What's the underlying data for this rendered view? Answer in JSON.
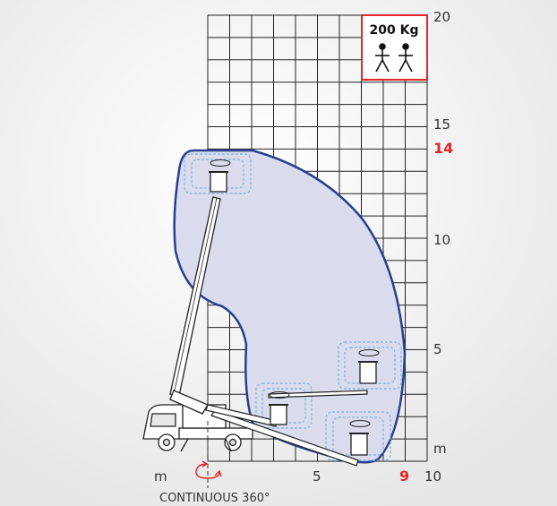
{
  "diagram": {
    "capacity_label": "200 Kg",
    "people_icon": "two-persons-icon",
    "y_unit": "m",
    "x_unit": "m",
    "y_ticks": [
      "20",
      "15",
      "10",
      "5"
    ],
    "y_max_height_label": "14",
    "x_ticks": [
      "5",
      "10"
    ],
    "x_max_outreach_label": "9",
    "rotation_label": "CONTINUOUS 360°",
    "rotation_icon": "rotation-arrow-icon",
    "colors": {
      "envelope_stroke": "#2a3f8f",
      "envelope_fill": "#d9dcef",
      "highlight": "#e0262a",
      "basket_outline": "#7fb0e0",
      "grid": "#222222",
      "background": "#ececec"
    }
  },
  "chart_data": {
    "type": "diagram",
    "x_range": [
      0,
      10
    ],
    "y_range": [
      0,
      20
    ],
    "max_working_height": 14,
    "max_outreach": 9,
    "platform_capacity": "200 Kg"
  }
}
